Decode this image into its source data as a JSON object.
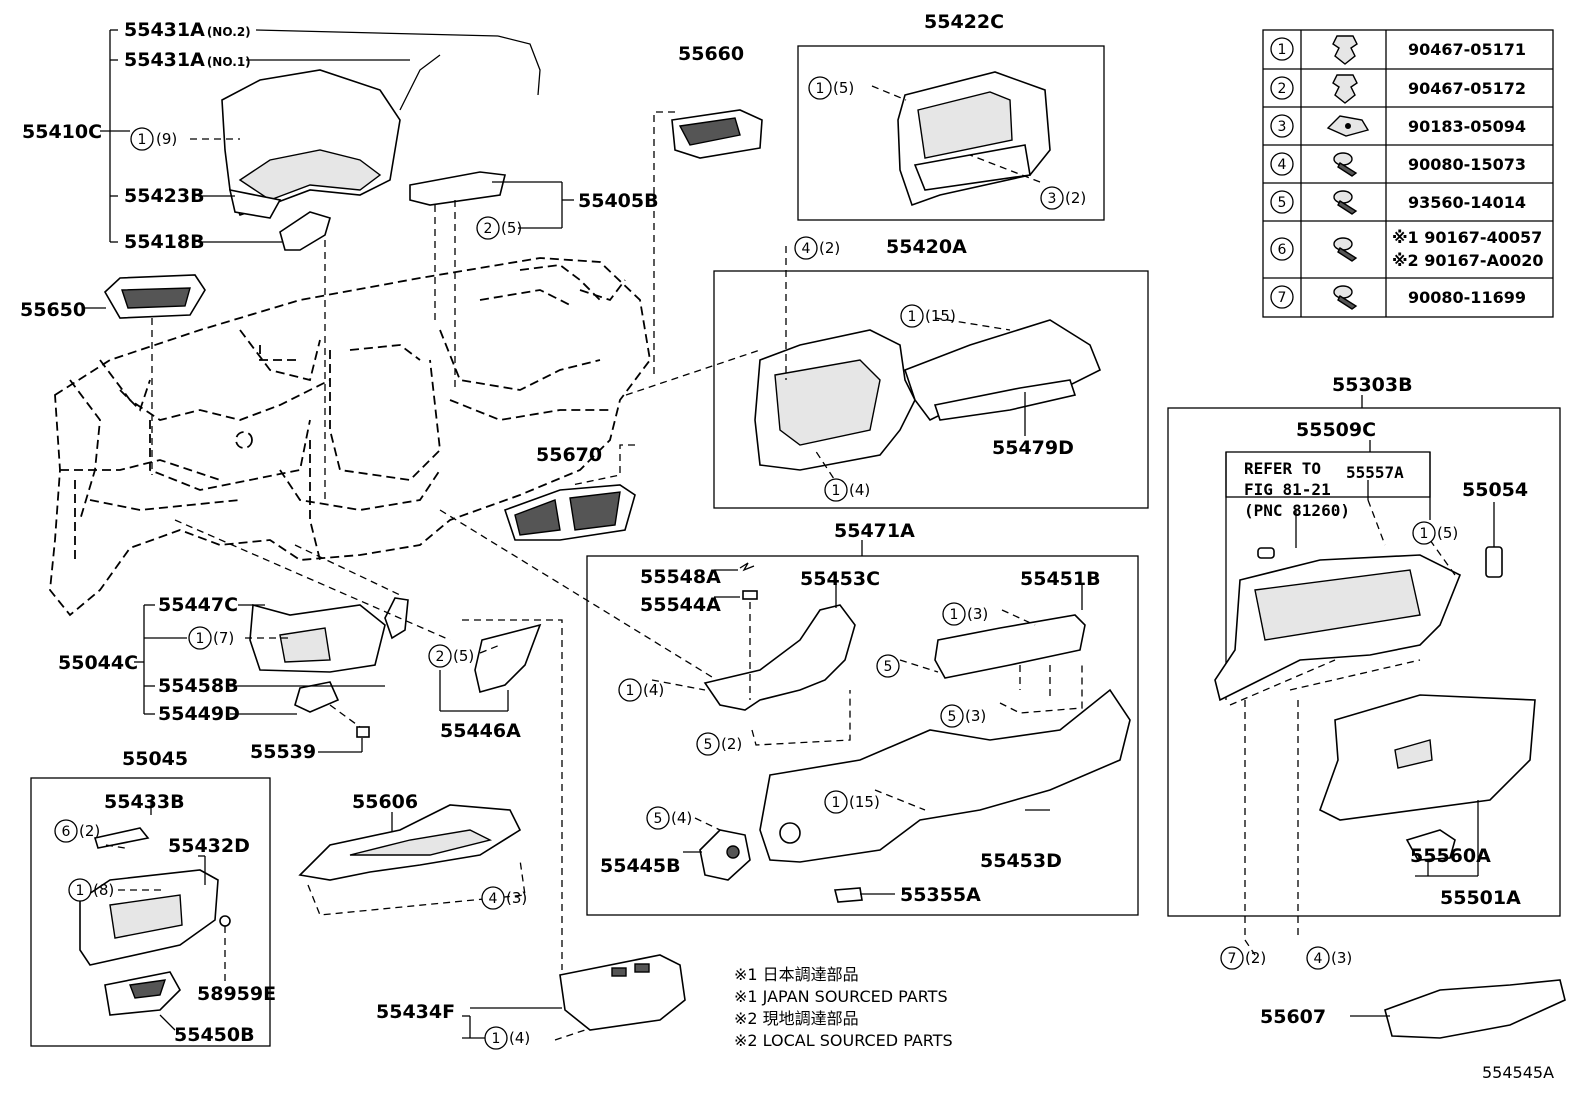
{
  "figure_code": "554545A",
  "parts": {
    "p55431A_no2": "55431A",
    "p55431A_no2_sub": "(NO.2)",
    "p55431A_no1": "55431A",
    "p55431A_no1_sub": "(NO.1)",
    "p55410C": "55410C",
    "p55423B": "55423B",
    "p55418B": "55418B",
    "p55650": "55650",
    "p55660": "55660",
    "p55405B": "55405B",
    "p55422C": "55422C",
    "p55420A": "55420A",
    "p55479D": "55479D",
    "p55670": "55670",
    "p55303B": "55303B",
    "p55509C": "55509C",
    "p55557A": "55557A",
    "p55054": "55054",
    "p55471A": "55471A",
    "p55548A": "55548A",
    "p55544A": "55544A",
    "p55453C": "55453C",
    "p55451B": "55451B",
    "p55447C": "55447C",
    "p55044C": "55044C",
    "p55458B": "55458B",
    "p55449D": "55449D",
    "p55539": "55539",
    "p55446A": "55446A",
    "p55045": "55045",
    "p55433B": "55433B",
    "p55432D": "55432D",
    "p58959E": "58959E",
    "p55450B": "55450B",
    "p55606": "55606",
    "p55434F": "55434F",
    "p55453D": "55453D",
    "p55445B": "55445B",
    "p55355A": "55355A",
    "p55560A": "55560A",
    "p55501A": "55501A",
    "p55607": "55607"
  },
  "callouts": {
    "c_410": {
      "n": "1",
      "q": "(9)"
    },
    "c_405": {
      "n": "2",
      "q": "(5)"
    },
    "c_422a": {
      "n": "1",
      "q": "(5)"
    },
    "c_422b": {
      "n": "3",
      "q": "(2)"
    },
    "c_420top": {
      "n": "4",
      "q": "(2)"
    },
    "c_420a": {
      "n": "1",
      "q": "(15)"
    },
    "c_420b": {
      "n": "1",
      "q": "(4)"
    },
    "c_509": {
      "n": "1",
      "q": "(5)"
    },
    "c_044": {
      "n": "1",
      "q": "(7)"
    },
    "c_446": {
      "n": "2",
      "q": "(5)"
    },
    "c_453a": {
      "n": "1",
      "q": "(4)"
    },
    "c_453b": {
      "n": "5",
      "q": "(2)"
    },
    "c_451a": {
      "n": "1",
      "q": "(3)"
    },
    "c_451b": {
      "n": "5",
      "q": ""
    },
    "c_451c": {
      "n": "5",
      "q": "(3)"
    },
    "c_453d": {
      "n": "1",
      "q": "(15)"
    },
    "c_445": {
      "n": "5",
      "q": "(4)"
    },
    "c_433": {
      "n": "6",
      "q": "(2)"
    },
    "c_432": {
      "n": "1",
      "q": "(8)"
    },
    "c_606": {
      "n": "4",
      "q": "(3)"
    },
    "c_434": {
      "n": "1",
      "q": "(4)"
    },
    "c_7": {
      "n": "7",
      "q": "(2)"
    },
    "c_4b": {
      "n": "4",
      "q": "(3)"
    }
  },
  "reference": {
    "line1": "REFER TO",
    "line2": "FIG 81-21",
    "line3": "(PNC 81260)"
  },
  "notes": [
    "※1 日本調達部品",
    "※1 JAPAN SOURCED PARTS",
    "※2 現地調達部品",
    "※2 LOCAL SOURCED PARTS"
  ],
  "fastener_table": [
    {
      "n": "1",
      "part": "90467-05171",
      "icon": "clip-icon"
    },
    {
      "n": "2",
      "part": "90467-05172",
      "icon": "clip-icon"
    },
    {
      "n": "3",
      "part": "90183-05094",
      "icon": "nut-icon"
    },
    {
      "n": "4",
      "part": "90080-15073",
      "icon": "screw-icon"
    },
    {
      "n": "5",
      "part": "93560-14014",
      "icon": "screw-icon"
    },
    {
      "n": "6",
      "part": "※1 90167-40057",
      "part2": "※2 90167-A0020",
      "icon": "screw-icon"
    },
    {
      "n": "7",
      "part": "90080-11699",
      "icon": "screw-icon"
    }
  ]
}
